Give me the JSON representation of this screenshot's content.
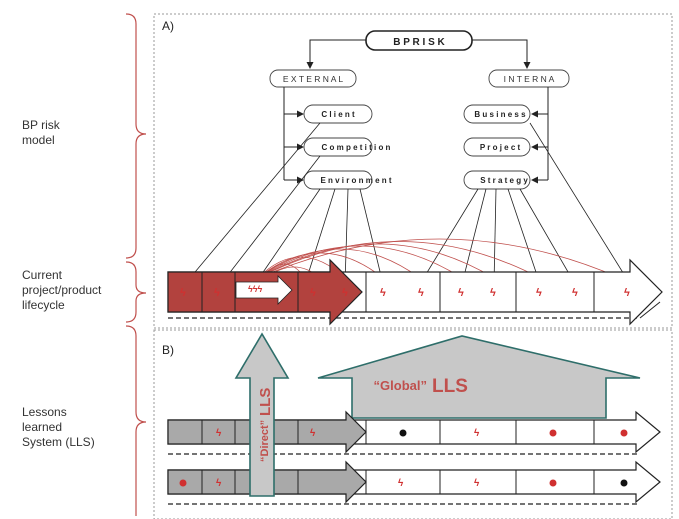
{
  "sidebar": {
    "risk_model": [
      "BP risk",
      "model"
    ],
    "lifecycle": [
      "Current",
      "project/product",
      "lifecycle"
    ],
    "lls": [
      "Lessons",
      "learned",
      "System (LLS)"
    ]
  },
  "panel_a": {
    "label": "A)",
    "root": "B P  R I S K",
    "external": "E X T E R N A L",
    "internal": "I N T E R N A",
    "external_items": [
      "C l i e n t",
      "C o m p e t i t i o n",
      "E n v i r o n m e n t"
    ],
    "internal_items": [
      "B u s i n e s s",
      "P r o j e c t",
      "S t r a t e g y"
    ]
  },
  "panel_b": {
    "label": "B)",
    "global_label_quote": "“Global”",
    "global_label_main": "LLS",
    "direct_label_quote": "“Direct”",
    "direct_label_main": "LLS"
  },
  "colors": {
    "highlight": "#c0504d",
    "lifecycle_fill": "#b2423e",
    "gray_fill": "#a9a9a9",
    "lls_fill": "#c8c8c8",
    "teal_stroke": "#2e6e6a"
  }
}
